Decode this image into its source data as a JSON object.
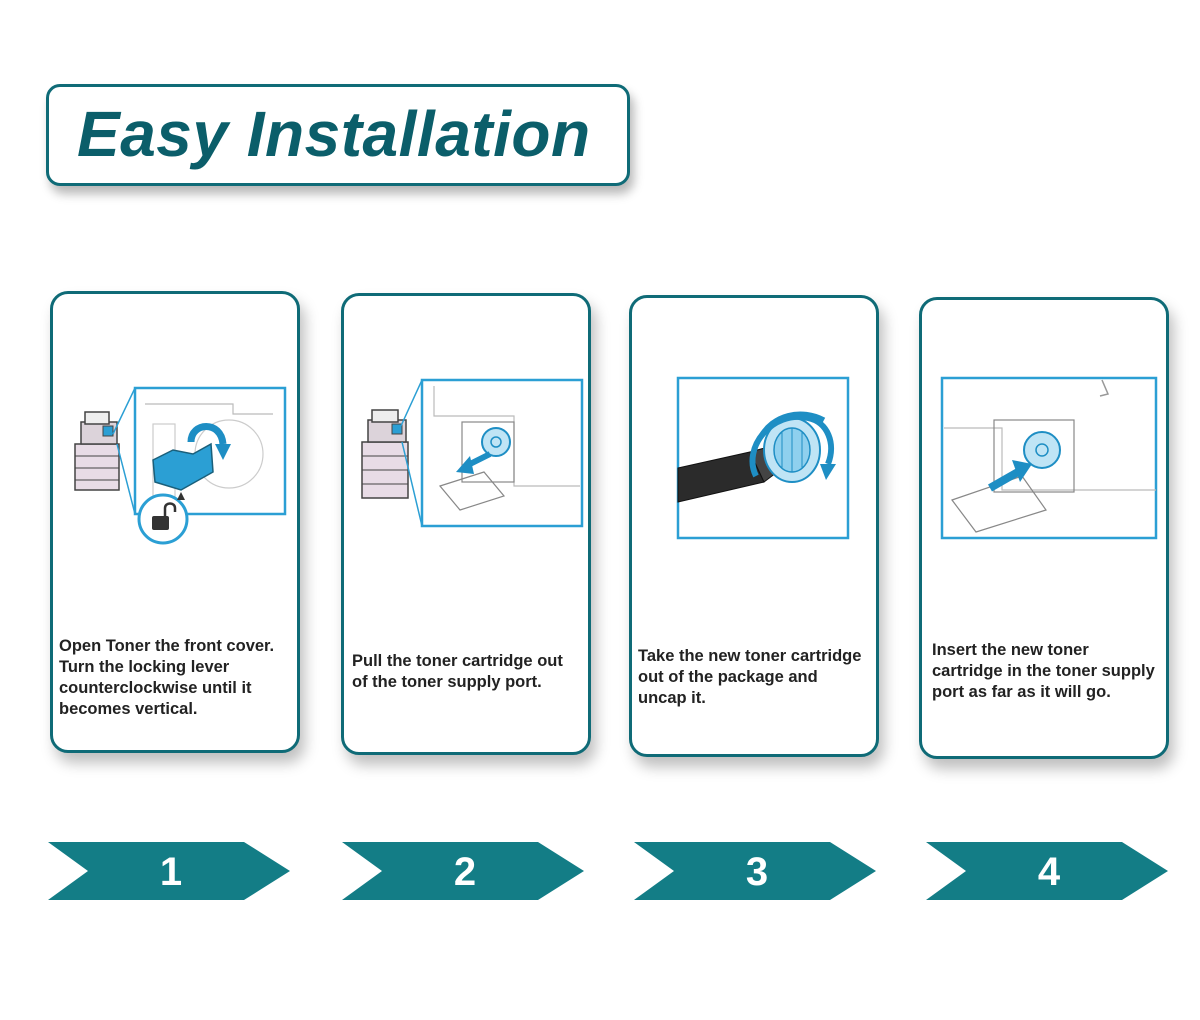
{
  "title": "Easy Installation",
  "colors": {
    "teal": "#0f6b77",
    "title_text": "#0b5e6a",
    "arrow_fill": "#137d86",
    "illustration_accent": "#2b9fd4",
    "illustration_light": "#bfe4f5"
  },
  "steps": [
    {
      "number": "1",
      "description": "Open Toner the front cover. Turn the locking lever counterclockwise until it becomes vertical.",
      "icons": [
        "copier-icon",
        "locking-lever-icon",
        "rotate-arrow-icon",
        "unlock-icon"
      ]
    },
    {
      "number": "2",
      "description": "Pull the toner cartridge out of the toner supply port.",
      "icons": [
        "copier-icon",
        "toner-port-icon",
        "pull-arrow-icon"
      ]
    },
    {
      "number": "3",
      "description": "Take the new toner cartridge out of the package and uncap it.",
      "icons": [
        "toner-cartridge-icon",
        "rotate-arrow-icon"
      ]
    },
    {
      "number": "4",
      "description": "Insert the new toner cartridge in the toner supply port as far as it will go.",
      "icons": [
        "toner-port-icon",
        "insert-arrow-icon"
      ]
    }
  ]
}
